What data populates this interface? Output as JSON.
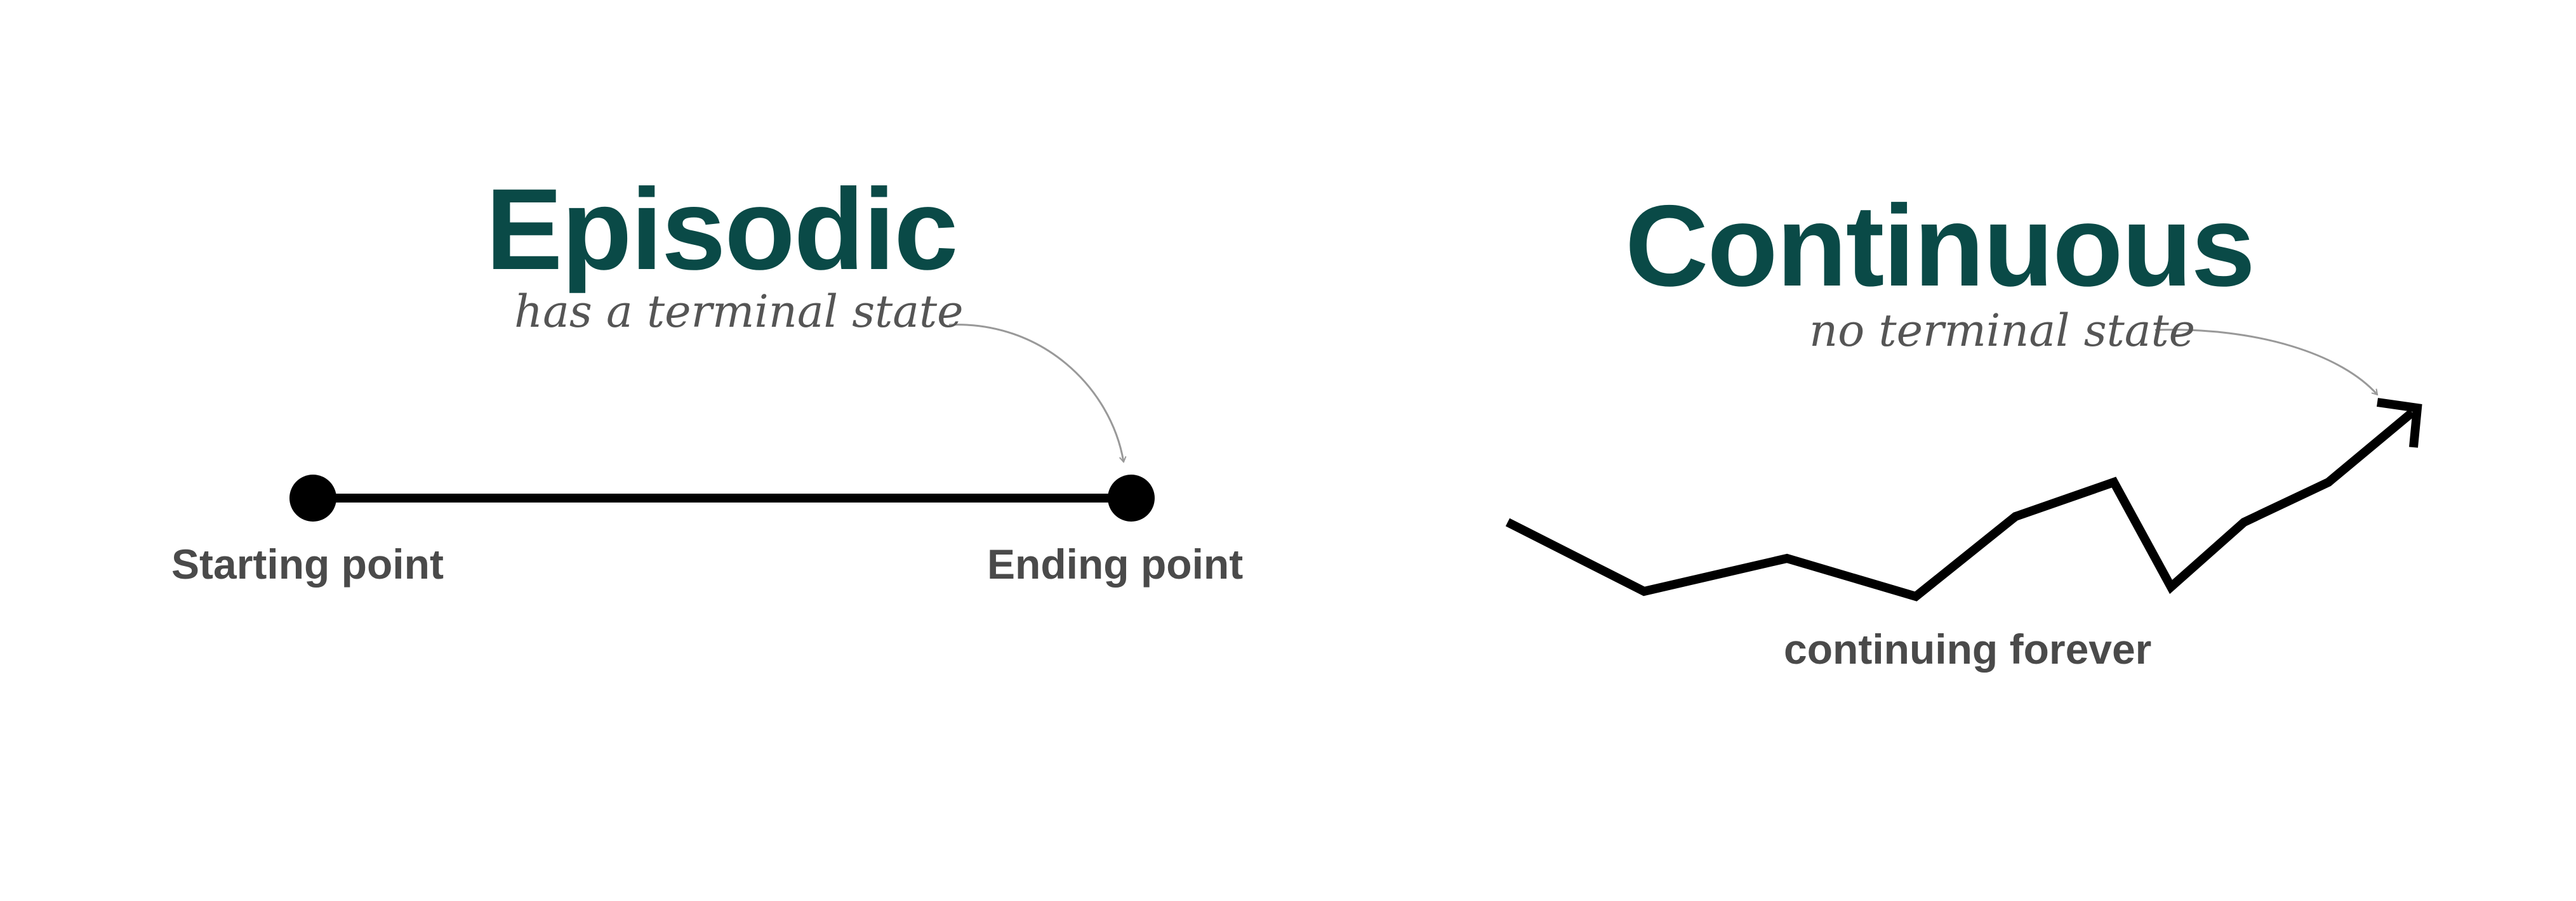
{
  "episodic": {
    "title": "Episodic",
    "subtitle": "has a terminal state",
    "start_label": "Starting point",
    "end_label": "Ending point"
  },
  "continuous": {
    "title": "Continuous",
    "subtitle": "no terminal state",
    "caption": "continuing forever"
  },
  "colors": {
    "title": "#0a4a47",
    "label": "#4a4a4a",
    "script": "#555555",
    "line": "#000000",
    "annotation_arrow": "#999999"
  }
}
